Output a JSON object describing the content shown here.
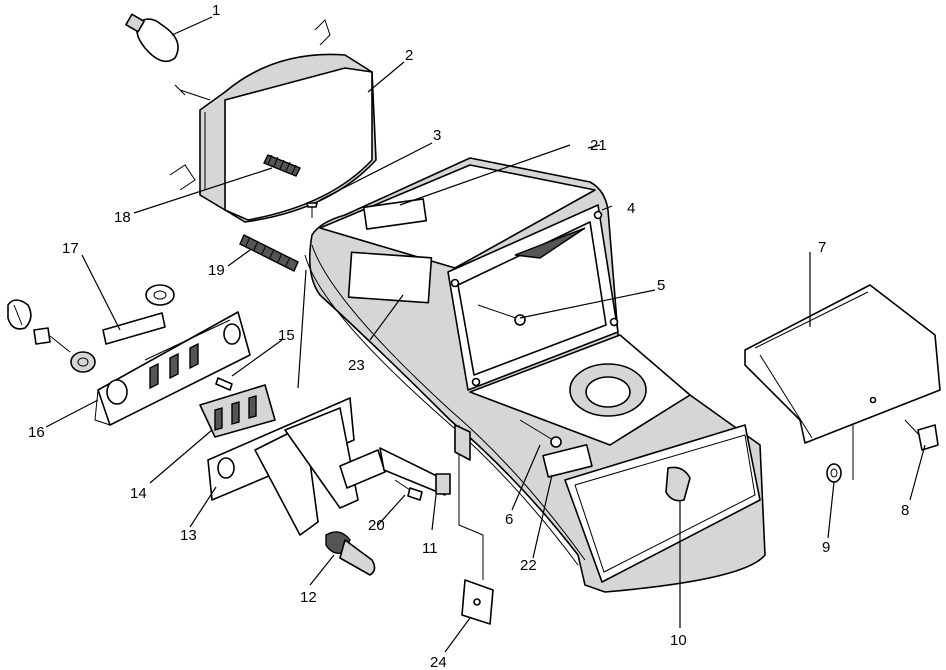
{
  "callouts": [
    {
      "id": "1",
      "text": "1"
    },
    {
      "id": "2",
      "text": "2"
    },
    {
      "id": "3",
      "text": "3"
    },
    {
      "id": "4",
      "text": "4"
    },
    {
      "id": "5",
      "text": "5"
    },
    {
      "id": "6",
      "text": "6"
    },
    {
      "id": "7",
      "text": "7"
    },
    {
      "id": "8",
      "text": "8"
    },
    {
      "id": "9",
      "text": "9"
    },
    {
      "id": "10",
      "text": "10"
    },
    {
      "id": "11",
      "text": "11"
    },
    {
      "id": "12",
      "text": "12"
    },
    {
      "id": "13",
      "text": "13"
    },
    {
      "id": "14",
      "text": "14"
    },
    {
      "id": "15",
      "text": "15"
    },
    {
      "id": "16",
      "text": "16"
    },
    {
      "id": "17",
      "text": "17"
    },
    {
      "id": "18",
      "text": "18"
    },
    {
      "id": "19",
      "text": "19"
    },
    {
      "id": "20",
      "text": "20"
    },
    {
      "id": "21",
      "text": "21"
    },
    {
      "id": "22",
      "text": "22"
    },
    {
      "id": "23",
      "text": "23"
    },
    {
      "id": "24",
      "text": "24"
    }
  ]
}
